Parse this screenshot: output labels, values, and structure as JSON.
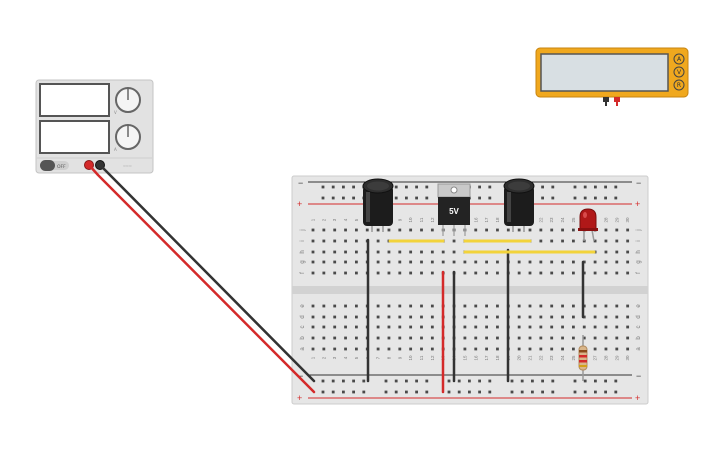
{
  "power_supply": {
    "power_label": "OFF",
    "knob_labels": [
      "V",
      "A"
    ]
  },
  "multimeter": {
    "modes": [
      "A",
      "V",
      "R"
    ]
  },
  "regulator": {
    "label": "5V"
  },
  "breadboard": {
    "rail_plus": "+",
    "rail_minus": "−",
    "row_letters_top": [
      "j",
      "i",
      "h",
      "g",
      "f"
    ],
    "row_letters_bottom": [
      "e",
      "d",
      "c",
      "b",
      "a"
    ],
    "column_count": 30
  },
  "colors": {
    "wire_red": "#d42a2a",
    "wire_black": "#333333",
    "wire_yellow": "#f2d33a",
    "meter_body": "#f0a81e",
    "led": "#b01818"
  }
}
